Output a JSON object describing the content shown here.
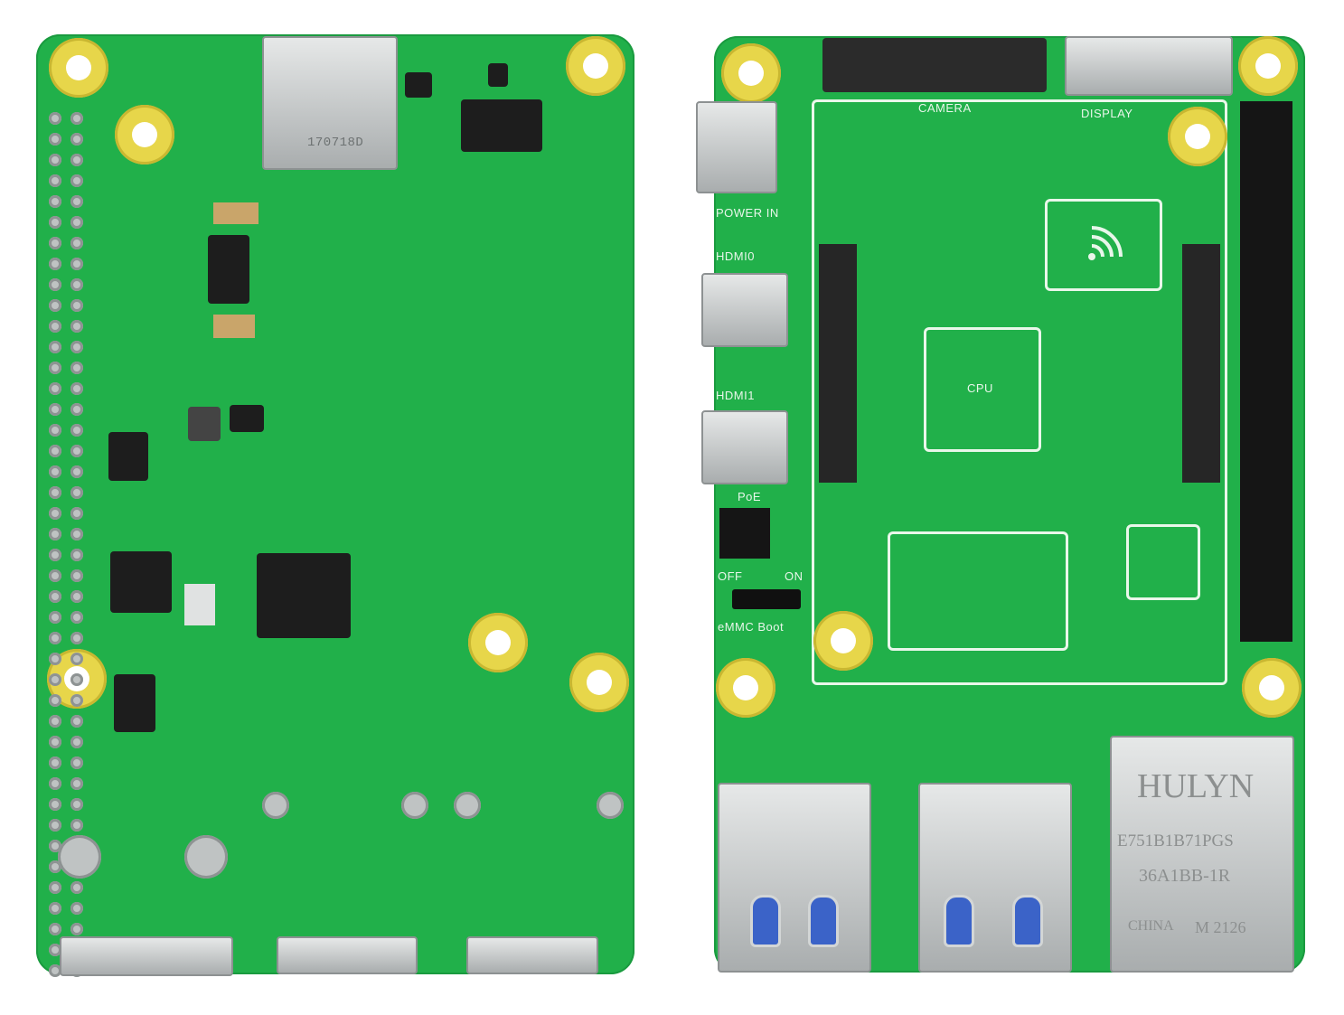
{
  "colors": {
    "pcb": "#21b04a",
    "mount_hole": "#e7d64a",
    "silkscreen": "#e8f6ea"
  },
  "left_board": {
    "sd_slot_label": "170718D"
  },
  "right_board": {
    "labels": {
      "camera": "CAMERA",
      "display": "DISPLAY",
      "power_in": "POWER IN",
      "hdmi0": "HDMI0",
      "hdmi1": "HDMI1",
      "cpu": "CPU",
      "poe": "PoE",
      "off": "OFF",
      "on": "ON",
      "emmc_boot": "eMMC Boot"
    },
    "wifi_icon": "wifi-icon",
    "ethernet_jack": {
      "brand": "HULYN",
      "line1": "E751B1B71PGS",
      "line2": "36A1BB-1R",
      "line3": "CHINA",
      "line4": "M 2126"
    }
  }
}
